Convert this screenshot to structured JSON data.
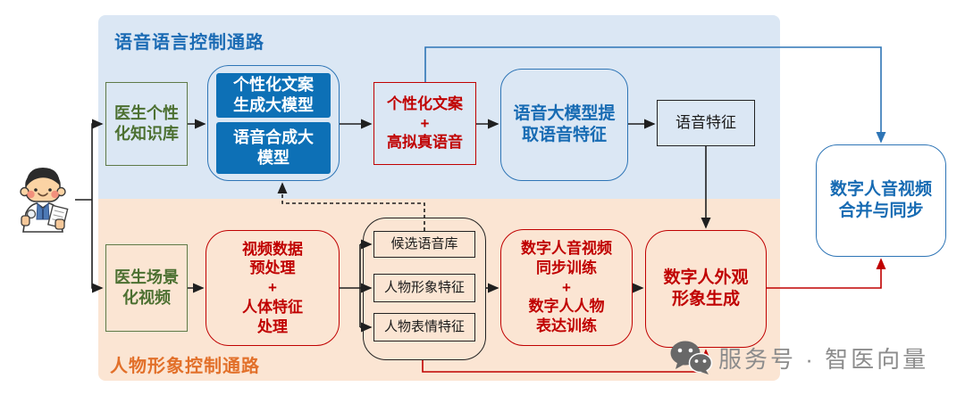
{
  "regions": {
    "voice": {
      "title": "语音语言控制通路",
      "bg": "#dbe7f4",
      "title_color": "#1b6bb4"
    },
    "figure": {
      "title": "人物形象控制通路",
      "bg": "#fbe5d3",
      "title_color": "#e2702a"
    }
  },
  "nodes": {
    "doctor": {
      "icon": "doctor-cartoon"
    },
    "doc_knowledge": {
      "label": "医生个性\n化知识库"
    },
    "copy_gen_model": {
      "label": "个性化文案\n生成大模型"
    },
    "voice_synth_model": {
      "label": "语音合成大\n模型"
    },
    "personal_copy_voice": {
      "label": "个性化文案\n+\n高拟真语音"
    },
    "voice_llm_extract": {
      "label": "语音大模型提\n取语音特征"
    },
    "voice_feature": {
      "label": "语音特征"
    },
    "merge_sync": {
      "label": "数字人音视频\n合并与同步"
    },
    "doc_video": {
      "label": "医生场景\n化视频"
    },
    "video_preprocess": {
      "label": "视频数据\n预处理\n+\n人体特征\n处理"
    },
    "candidate_voice_lib": {
      "label": "候选语音库"
    },
    "figure_feature": {
      "label": "人物形象特征"
    },
    "expression_feature": {
      "label": "人物表情特征"
    },
    "sync_train": {
      "label": "数字人音视频\n同步训练\n+\n数字人人物\n表达训练"
    },
    "appearance_gen": {
      "label": "数字人外观\n形象生成"
    }
  },
  "edges": [
    {
      "from": "doctor",
      "to": "doc_knowledge",
      "style": "solid-black"
    },
    {
      "from": "doctor",
      "to": "doc_video",
      "style": "solid-black"
    },
    {
      "from": "doc_knowledge",
      "to": "text_voice_model_group",
      "style": "solid-black"
    },
    {
      "from": "text_voice_model_group",
      "to": "personal_copy_voice",
      "style": "solid-black"
    },
    {
      "from": "personal_copy_voice",
      "to": "voice_llm_extract",
      "style": "solid-black"
    },
    {
      "from": "voice_llm_extract",
      "to": "voice_feature",
      "style": "solid-black"
    },
    {
      "from": "voice_feature",
      "to": "appearance_gen",
      "style": "solid-black"
    },
    {
      "from": "personal_copy_voice",
      "to": "merge_sync",
      "style": "solid-blue"
    },
    {
      "from": "doc_video",
      "to": "video_preprocess",
      "style": "solid-black"
    },
    {
      "from": "video_preprocess",
      "to": "candidate_voice_lib",
      "style": "solid-black"
    },
    {
      "from": "video_preprocess",
      "to": "figure_feature",
      "style": "solid-black"
    },
    {
      "from": "video_preprocess",
      "to": "expression_feature",
      "style": "solid-black"
    },
    {
      "from": "feature_group",
      "to": "sync_train",
      "style": "solid-black"
    },
    {
      "from": "sync_train",
      "to": "appearance_gen",
      "style": "solid-black"
    },
    {
      "from": "appearance_gen",
      "to": "merge_sync",
      "style": "solid-red"
    },
    {
      "from": "feature_group",
      "to": "appearance_gen",
      "style": "solid-red"
    },
    {
      "from": "candidate_voice_lib",
      "to": "voice_synth_model",
      "style": "dashed-black"
    }
  ],
  "watermark": {
    "text": "服务号 · 智医向量",
    "icon": "wechat-logo",
    "color": "#8c8c8c"
  },
  "colors": {
    "region_blue": "#dbe7f4",
    "region_orange": "#fbe5d3",
    "blue_fill": "#0d70b6",
    "blue_line": "#2e75b6",
    "blue_text": "#176bb3",
    "red": "#c00000",
    "green_text": "#4c7031",
    "green_border": "#5e7a47",
    "orange_title": "#e2702a",
    "blue_title": "#1b6bb4",
    "black": "#1f1f1f",
    "watermark_gray": "#8c8c8c"
  }
}
